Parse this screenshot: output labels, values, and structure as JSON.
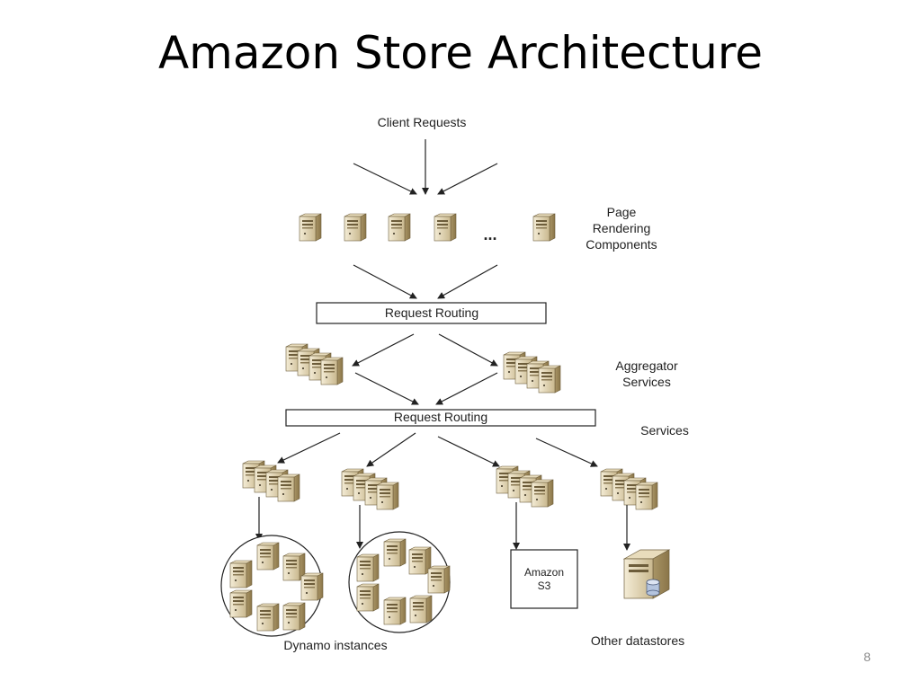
{
  "slide": {
    "title": "Amazon Store Architecture",
    "page_number": "8"
  },
  "diagram": {
    "client_requests": "Client Requests",
    "page_rendering": [
      "Page",
      "Rendering",
      "Components"
    ],
    "ellipsis": "...",
    "request_routing_top": "Request Routing",
    "aggregator_services": [
      "Aggregator",
      "Services"
    ],
    "request_routing_bottom": "Request Routing",
    "services": "Services",
    "amazon_s3": [
      "Amazon",
      "S3"
    ],
    "dynamo_instances": "Dynamo instances",
    "other_datastores": "Other datastores"
  }
}
